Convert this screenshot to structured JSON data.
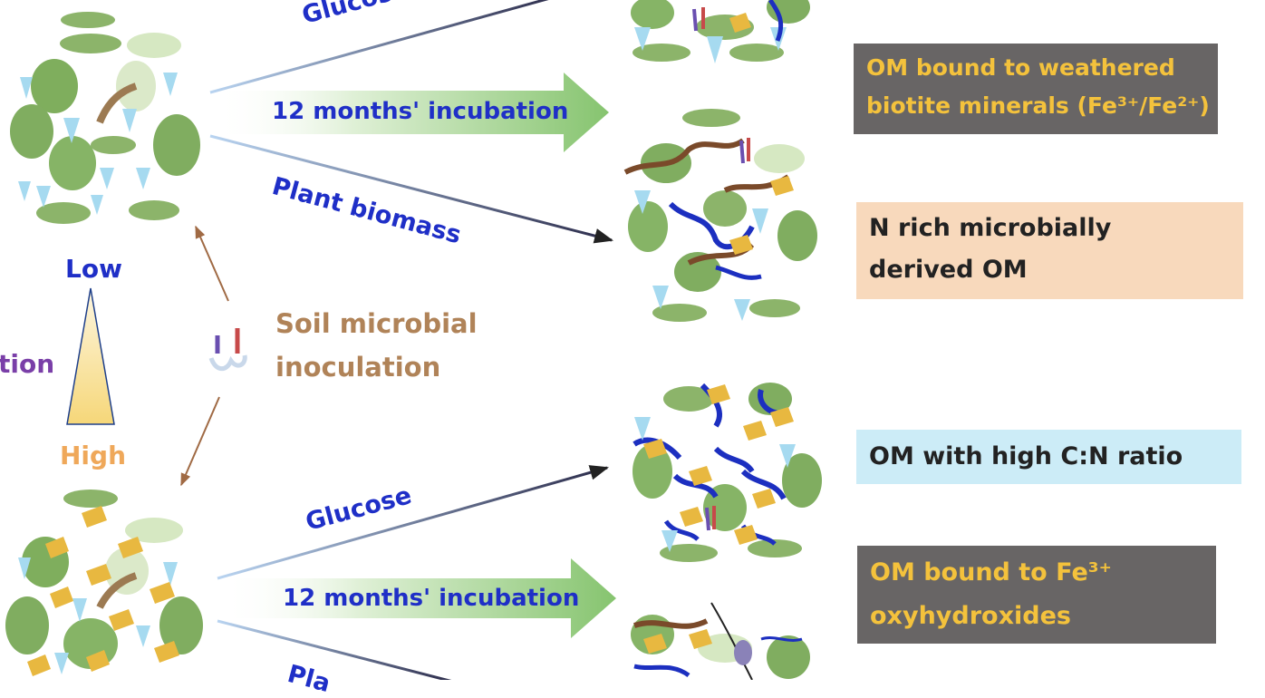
{
  "labels": {
    "glucose": "Glucose",
    "incubation": "12 months' incubation",
    "plant_biomass": "Plant biomass",
    "plant_partial": "Pla",
    "low": "Low",
    "high": "High",
    "side_partial": "tion",
    "soil_microbial": "Soil microbial",
    "inoculation": "inoculation"
  },
  "boxes": {
    "weathered": {
      "line1": "OM bound to weathered",
      "line2": "biotite minerals (Fe³⁺/Fe²⁺)",
      "fill": "#686565",
      "text_color": "#f4c23c"
    },
    "n_rich": {
      "line1": "N rich microbially",
      "line2": "derived OM",
      "fill": "#f8d9bc"
    },
    "high_cn": {
      "line1": "OM with high C:N ratio",
      "fill": "#ccecf7"
    },
    "fe_oxy": {
      "line1": "OM bound to Fe³⁺",
      "line2": "oxyhydroxides",
      "fill": "#686565",
      "text_color": "#f4c23c"
    }
  },
  "colors": {
    "mineral_green": "#8cb46a",
    "organic_blue": "#a6daf0",
    "fe_yellow": "#e8b840",
    "polymer_blue": "#1c2fc0",
    "fibre_brown": "#8a5a3a",
    "arrow_green": "#8cc87a"
  }
}
